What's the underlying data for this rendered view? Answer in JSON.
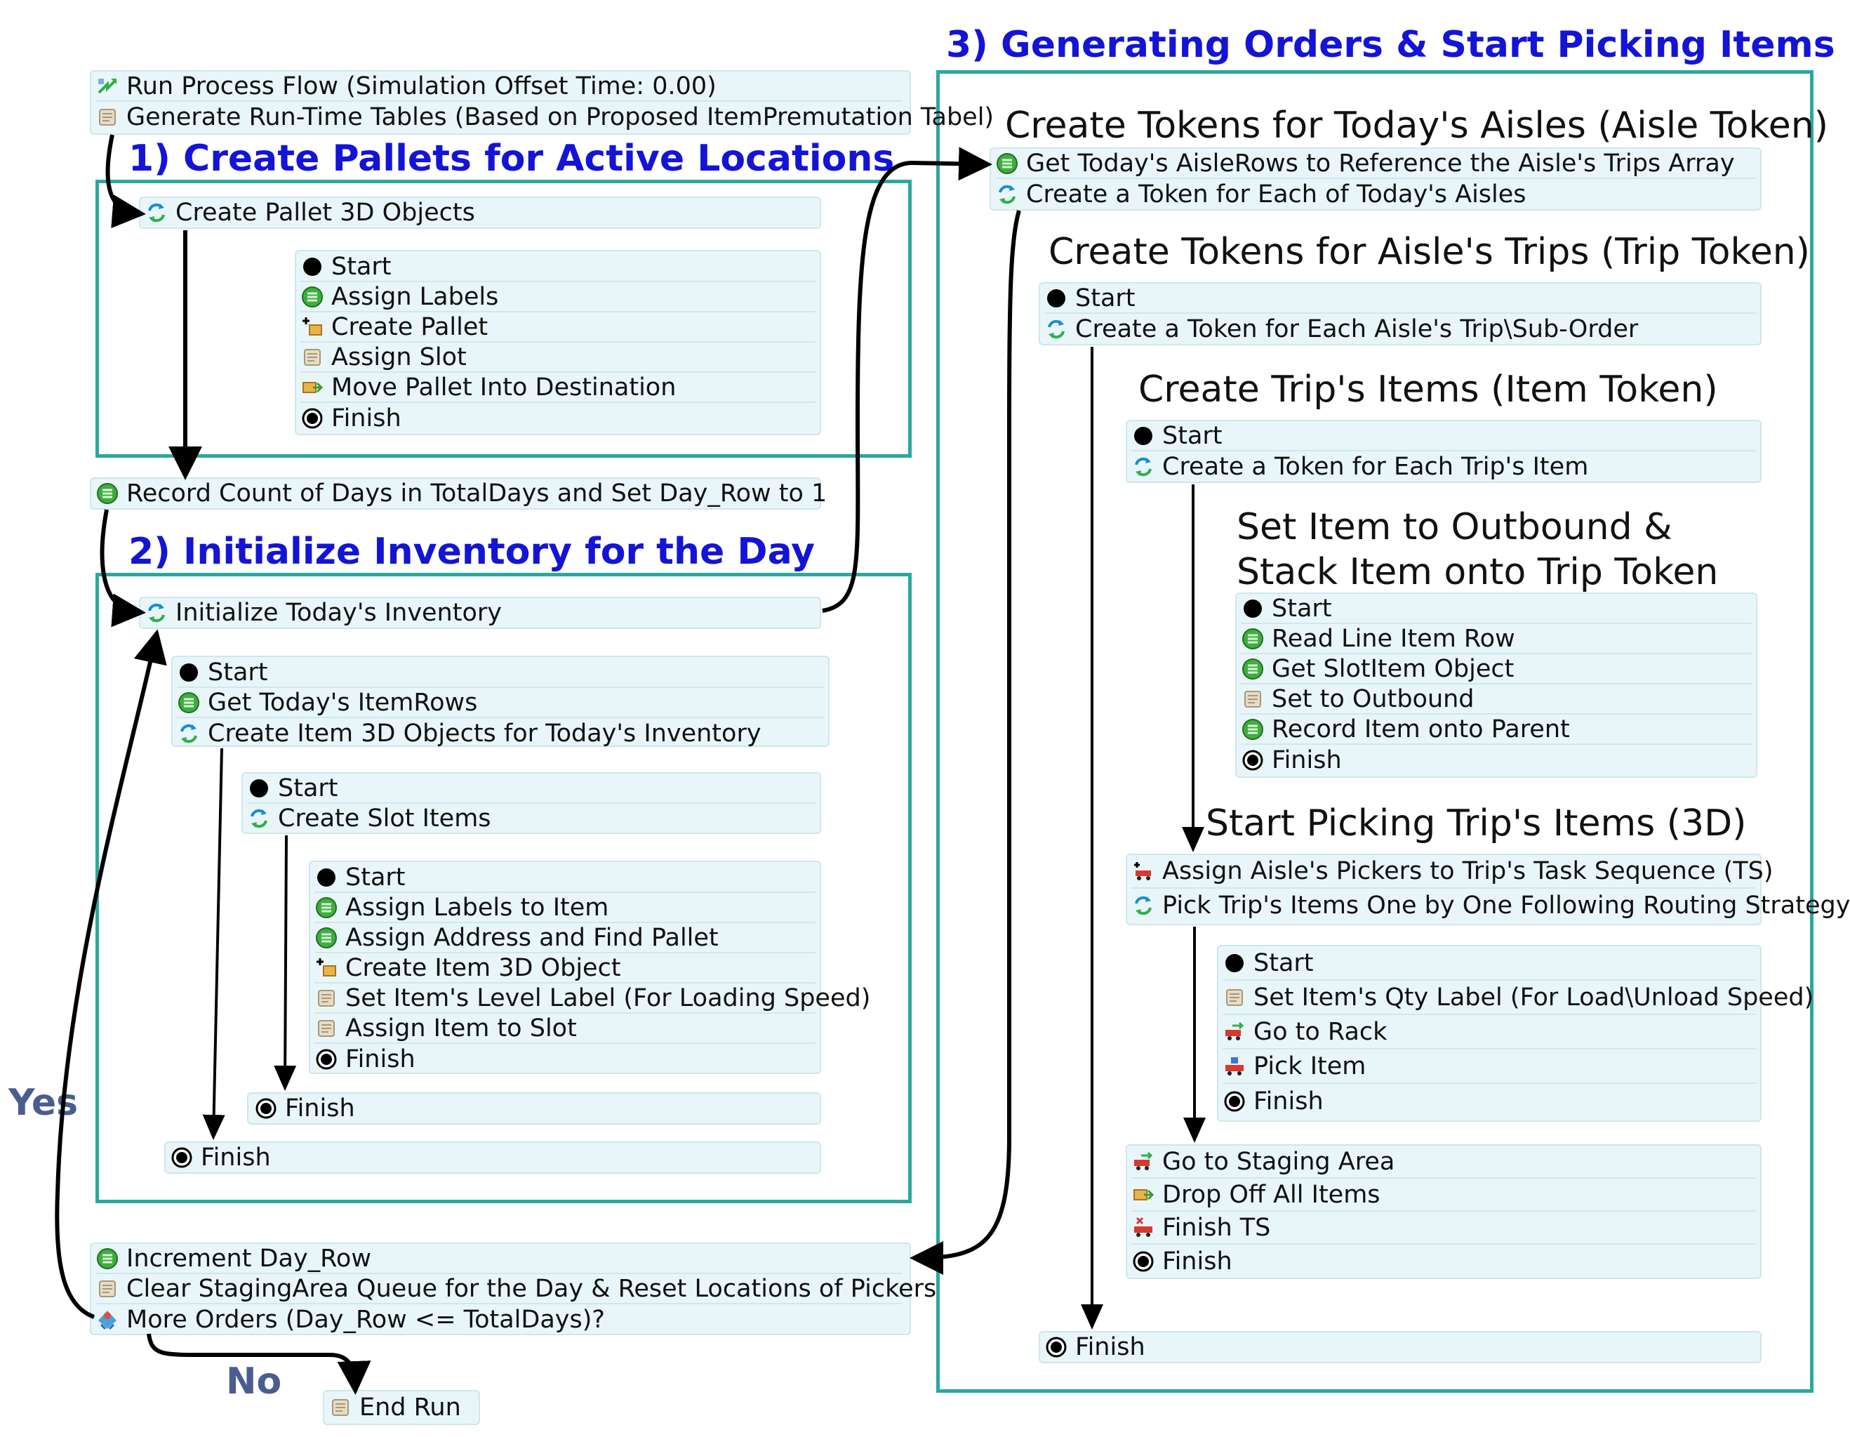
{
  "colors": {
    "section_title": "#1414d6",
    "section_border": "#2aa8a0",
    "panel_bg": "#e9f6f9",
    "arrow": "#000000",
    "yes_no": "#4a5d90"
  },
  "sections": {
    "s1": "1) Create Pallets for Active Locations",
    "s2": "2) Initialize Inventory for the Day",
    "s3": "3) Generating Orders & Start Picking Items"
  },
  "top_block": [
    {
      "icon": "run-icon",
      "label": "Run Process Flow (Simulation Offset Time: 0.00)"
    },
    {
      "icon": "script-icon",
      "label": "Generate Run-Time Tables (Based on Proposed ItemPremutation Tabel)"
    }
  ],
  "pallets": {
    "create_label": "Create Pallet 3D Objects",
    "sub": [
      {
        "icon": "start-icon",
        "label": "Start"
      },
      {
        "icon": "assign-labels-icon",
        "label": "Assign Labels"
      },
      {
        "icon": "create-object-icon",
        "label": "Create Pallet"
      },
      {
        "icon": "script-icon",
        "label": "Assign Slot"
      },
      {
        "icon": "move-object-icon",
        "label": "Move Pallet Into Destination"
      },
      {
        "icon": "finish-icon",
        "label": "Finish"
      }
    ]
  },
  "record_days": "Record Count of Days in TotalDays and Set Day_Row to 1",
  "inventory": {
    "init_label": "Initialize Today's Inventory",
    "l1": [
      {
        "icon": "start-icon",
        "label": "Start"
      },
      {
        "icon": "assign-labels-icon",
        "label": "Get Today's ItemRows"
      },
      {
        "icon": "run-subflow-icon",
        "label": "Create Item 3D Objects for Today's Inventory"
      }
    ],
    "l2": [
      {
        "icon": "start-icon",
        "label": "Start"
      },
      {
        "icon": "run-subflow-icon",
        "label": "Create Slot Items"
      }
    ],
    "l3": [
      {
        "icon": "start-icon",
        "label": "Start"
      },
      {
        "icon": "assign-labels-icon",
        "label": "Assign Labels to Item"
      },
      {
        "icon": "assign-labels-icon",
        "label": "Assign Address and Find Pallet"
      },
      {
        "icon": "create-object-icon",
        "label": "Create Item 3D Object"
      },
      {
        "icon": "script-icon",
        "label": "Set Item's Level Label (For Loading Speed)"
      },
      {
        "icon": "script-icon",
        "label": "Assign Item to Slot"
      },
      {
        "icon": "finish-icon",
        "label": "Finish"
      }
    ],
    "finish_l2": "Finish",
    "finish_l1": "Finish"
  },
  "bottom_block": [
    {
      "icon": "assign-labels-icon",
      "label": "Increment Day_Row"
    },
    {
      "icon": "script-icon",
      "label": "Clear StagingArea Queue for the Day & Reset Locations of Pickers"
    },
    {
      "icon": "decide-icon",
      "label": "More Orders (Day_Row <= TotalDays)?"
    }
  ],
  "end_run": "End Run",
  "yes_label": "Yes",
  "no_label": "No",
  "orders": {
    "aisle_title": "Create Tokens for Today's Aisles (Aisle Token)",
    "aisle_rows": [
      {
        "icon": "assign-labels-icon",
        "label": "Get Today's AisleRows to Reference the Aisle's Trips Array"
      },
      {
        "icon": "run-subflow-icon",
        "label": "Create a Token for Each of Today's Aisles"
      }
    ],
    "trip_title": "Create Tokens for Aisle's Trips (Trip Token)",
    "trip_rows": [
      {
        "icon": "start-icon",
        "label": "Start"
      },
      {
        "icon": "run-subflow-icon",
        "label": "Create a Token for Each Aisle's Trip\\Sub-Order"
      }
    ],
    "item_title": "Create Trip's Items (Item Token)",
    "item_rows": [
      {
        "icon": "start-icon",
        "label": "Start"
      },
      {
        "icon": "run-subflow-icon",
        "label": "Create a Token for Each Trip's Item"
      }
    ],
    "outbound_title_1": "Set Item to Outbound &",
    "outbound_title_2": "Stack Item onto Trip Token",
    "outbound_rows": [
      {
        "icon": "start-icon",
        "label": "Start"
      },
      {
        "icon": "assign-labels-icon",
        "label": "Read Line Item Row"
      },
      {
        "icon": "assign-labels-icon",
        "label": "Get SlotItem Object"
      },
      {
        "icon": "script-icon",
        "label": "Set to Outbound"
      },
      {
        "icon": "assign-labels-icon",
        "label": "Record Item onto Parent"
      },
      {
        "icon": "finish-icon",
        "label": "Finish"
      }
    ],
    "picking_title": "Start Picking Trip's Items (3D)",
    "picking_rows": [
      {
        "icon": "task-sequence-icon",
        "label": "Assign Aisle's Pickers to Trip's Task Sequence (TS)"
      },
      {
        "icon": "run-subflow-icon",
        "label": "Pick Trip's Items One by One Following Routing Strategy"
      }
    ],
    "pick_sub": [
      {
        "icon": "start-icon",
        "label": "Start"
      },
      {
        "icon": "script-icon",
        "label": "Set Item's Qty Label (For Load\\Unload Speed)"
      },
      {
        "icon": "travel-icon",
        "label": "Go to Rack"
      },
      {
        "icon": "load-icon",
        "label": "Pick Item"
      },
      {
        "icon": "finish-icon",
        "label": "Finish"
      }
    ],
    "after_pick": [
      {
        "icon": "travel-icon",
        "label": "Go to Staging Area"
      },
      {
        "icon": "move-object-icon",
        "label": "Drop Off All Items"
      },
      {
        "icon": "finish-ts-icon",
        "label": "Finish TS"
      },
      {
        "icon": "finish-icon",
        "label": "Finish"
      }
    ],
    "final_finish": "Finish"
  }
}
